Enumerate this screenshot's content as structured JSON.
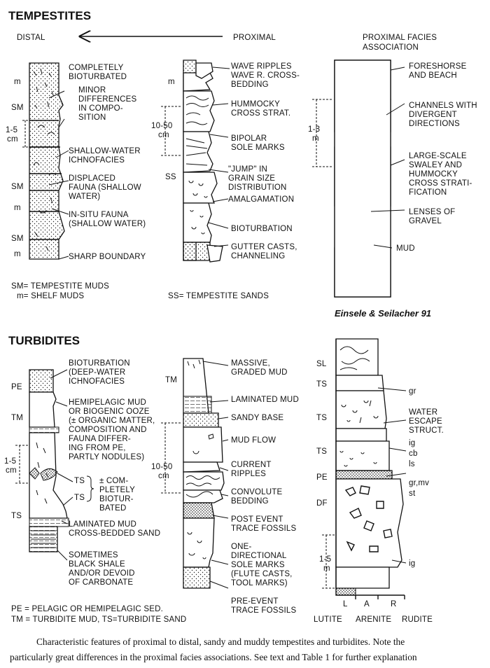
{
  "tempestites": {
    "title": "TEMPESTITES",
    "distal": "DISTAL",
    "proximal": "PROXIMAL",
    "assoc_title": [
      "PROXIMAL FACIES",
      "ASSOCIATION"
    ],
    "distal_col": {
      "side": [
        "m",
        "SM",
        "SM",
        "m",
        "SM",
        "m"
      ],
      "scale": [
        "1-5",
        "cm"
      ],
      "labels": [
        [
          "COMPLETELY",
          "BIOTURBATED"
        ],
        [
          "MINOR",
          "DIFFERENCES",
          "IN COMPO-",
          "SITION"
        ],
        [
          "SHALLOW-WATER",
          "ICHNOFACIES"
        ],
        [
          "DISPLACED",
          "FAUNA (SHALLOW",
          "WATER)"
        ],
        [
          "IN-SITU FAUNA",
          "(SHALLOW WATER)"
        ],
        [
          "SHARP BOUNDARY"
        ]
      ],
      "legend": [
        "SM= TEMPESTITE MUDS",
        "m= SHELF MUDS"
      ]
    },
    "proximal_col": {
      "side": [
        "m",
        "SS"
      ],
      "scale": [
        "10-50",
        "cm"
      ],
      "labels": [
        [
          "WAVE RIPPLES",
          "WAVE R. CROSS-",
          "BEDDING"
        ],
        [
          "HUMMOCKY",
          "CROSS STRAT."
        ],
        [
          "BIPOLAR",
          "SOLE MARKS"
        ],
        [
          "\"JUMP\" IN",
          "GRAIN SIZE",
          "DISTRIBUTION"
        ],
        [
          "AMALGAMATION"
        ],
        [
          "BIOTURBATION"
        ],
        [
          "GUTTER CASTS,",
          "CHANNELING"
        ]
      ],
      "legend": "SS= TEMPESTITE SANDS"
    },
    "assoc_col": {
      "scale": [
        "1-3",
        "m"
      ],
      "labels": [
        [
          "FORESHORSE",
          "AND BEACH"
        ],
        [
          "CHANNELS WITH",
          "DIVERGENT",
          "DIRECTIONS"
        ],
        [
          "LARGE-SCALE",
          "SWALEY AND",
          "HUMMOCKY",
          "CROSS STRATI-",
          "FICATION"
        ],
        [
          "LENSES OF",
          "GRAVEL"
        ],
        [
          "MUD"
        ]
      ]
    },
    "citation": "Einsele & Seilacher 91"
  },
  "turbidites": {
    "title": "TURBIDITES",
    "distal_col": {
      "side": [
        "PE",
        "TM",
        "TS"
      ],
      "scale": [
        "1-5",
        "cm"
      ],
      "ts_marks": [
        "TS",
        "TS"
      ],
      "labels": [
        [
          "BIOTURBATION",
          "(DEEP-WATER",
          "ICHNOFACIES"
        ],
        [
          "HEMIPELAGIC MUD",
          "OR BIOGENIC OOZE",
          "(± ORGANIC MATTER,",
          "COMPOSITION AND",
          "FAUNA DIFFER-",
          "ING FROM PE,",
          "PARTLY NODULES)"
        ],
        [
          "± COM-",
          "PLETELY",
          "BIOTUR-",
          "BATED"
        ],
        [
          "LAMINATED MUD",
          "CROSS-BEDDED SAND"
        ],
        [
          "SOMETIMES",
          "BLACK SHALE",
          "AND/OR DEVOID",
          "OF CARBONATE"
        ]
      ],
      "legend": [
        "PE = PELAGIC OR HEMIPELAGIC SED.",
        "TM = TURBIDITE MUD, TS=TURBIDITE SAND"
      ]
    },
    "proximal_col": {
      "side": [
        "TM"
      ],
      "scale": [
        "10-50",
        "cm"
      ],
      "labels": [
        [
          "MASSIVE,",
          "GRADED MUD"
        ],
        [
          "LAMINATED MUD"
        ],
        [
          "SANDY BASE"
        ],
        [
          "MUD FLOW"
        ],
        [
          "CURRENT",
          "RIPPLES"
        ],
        [
          "CONVOLUTE",
          "BEDDING"
        ],
        [
          "POST EVENT",
          "TRACE FOSSILS"
        ],
        [
          "ONE-",
          "DIRECTIONAL",
          "SOLE MARKS",
          "(FLUTE CASTS,",
          "TOOL MARKS)"
        ],
        [
          "PRE-EVENT",
          "TRACE FOSSILS"
        ]
      ]
    },
    "assoc_col": {
      "side": [
        "SL",
        "TS",
        "TS",
        "TS",
        "PE",
        "DF"
      ],
      "scale": [
        "1-5",
        "m"
      ],
      "water": [
        "WATER",
        "ESCAPE",
        "STRUCT."
      ],
      "codes": [
        "gr",
        "ig",
        "cb",
        "ls",
        "gr,mv",
        "st",
        "ig"
      ],
      "axis_letters": [
        "L",
        "A",
        "R"
      ],
      "axis_words": [
        "LUTITE",
        "ARENITE",
        "RUDITE"
      ]
    }
  },
  "caption": [
    "Characteristic features of proximal to distal, sandy and muddy tempestites and turbidites. Note the",
    "particularly great differences in the proximal facies associations. See text and Table 1 for further explanation"
  ]
}
